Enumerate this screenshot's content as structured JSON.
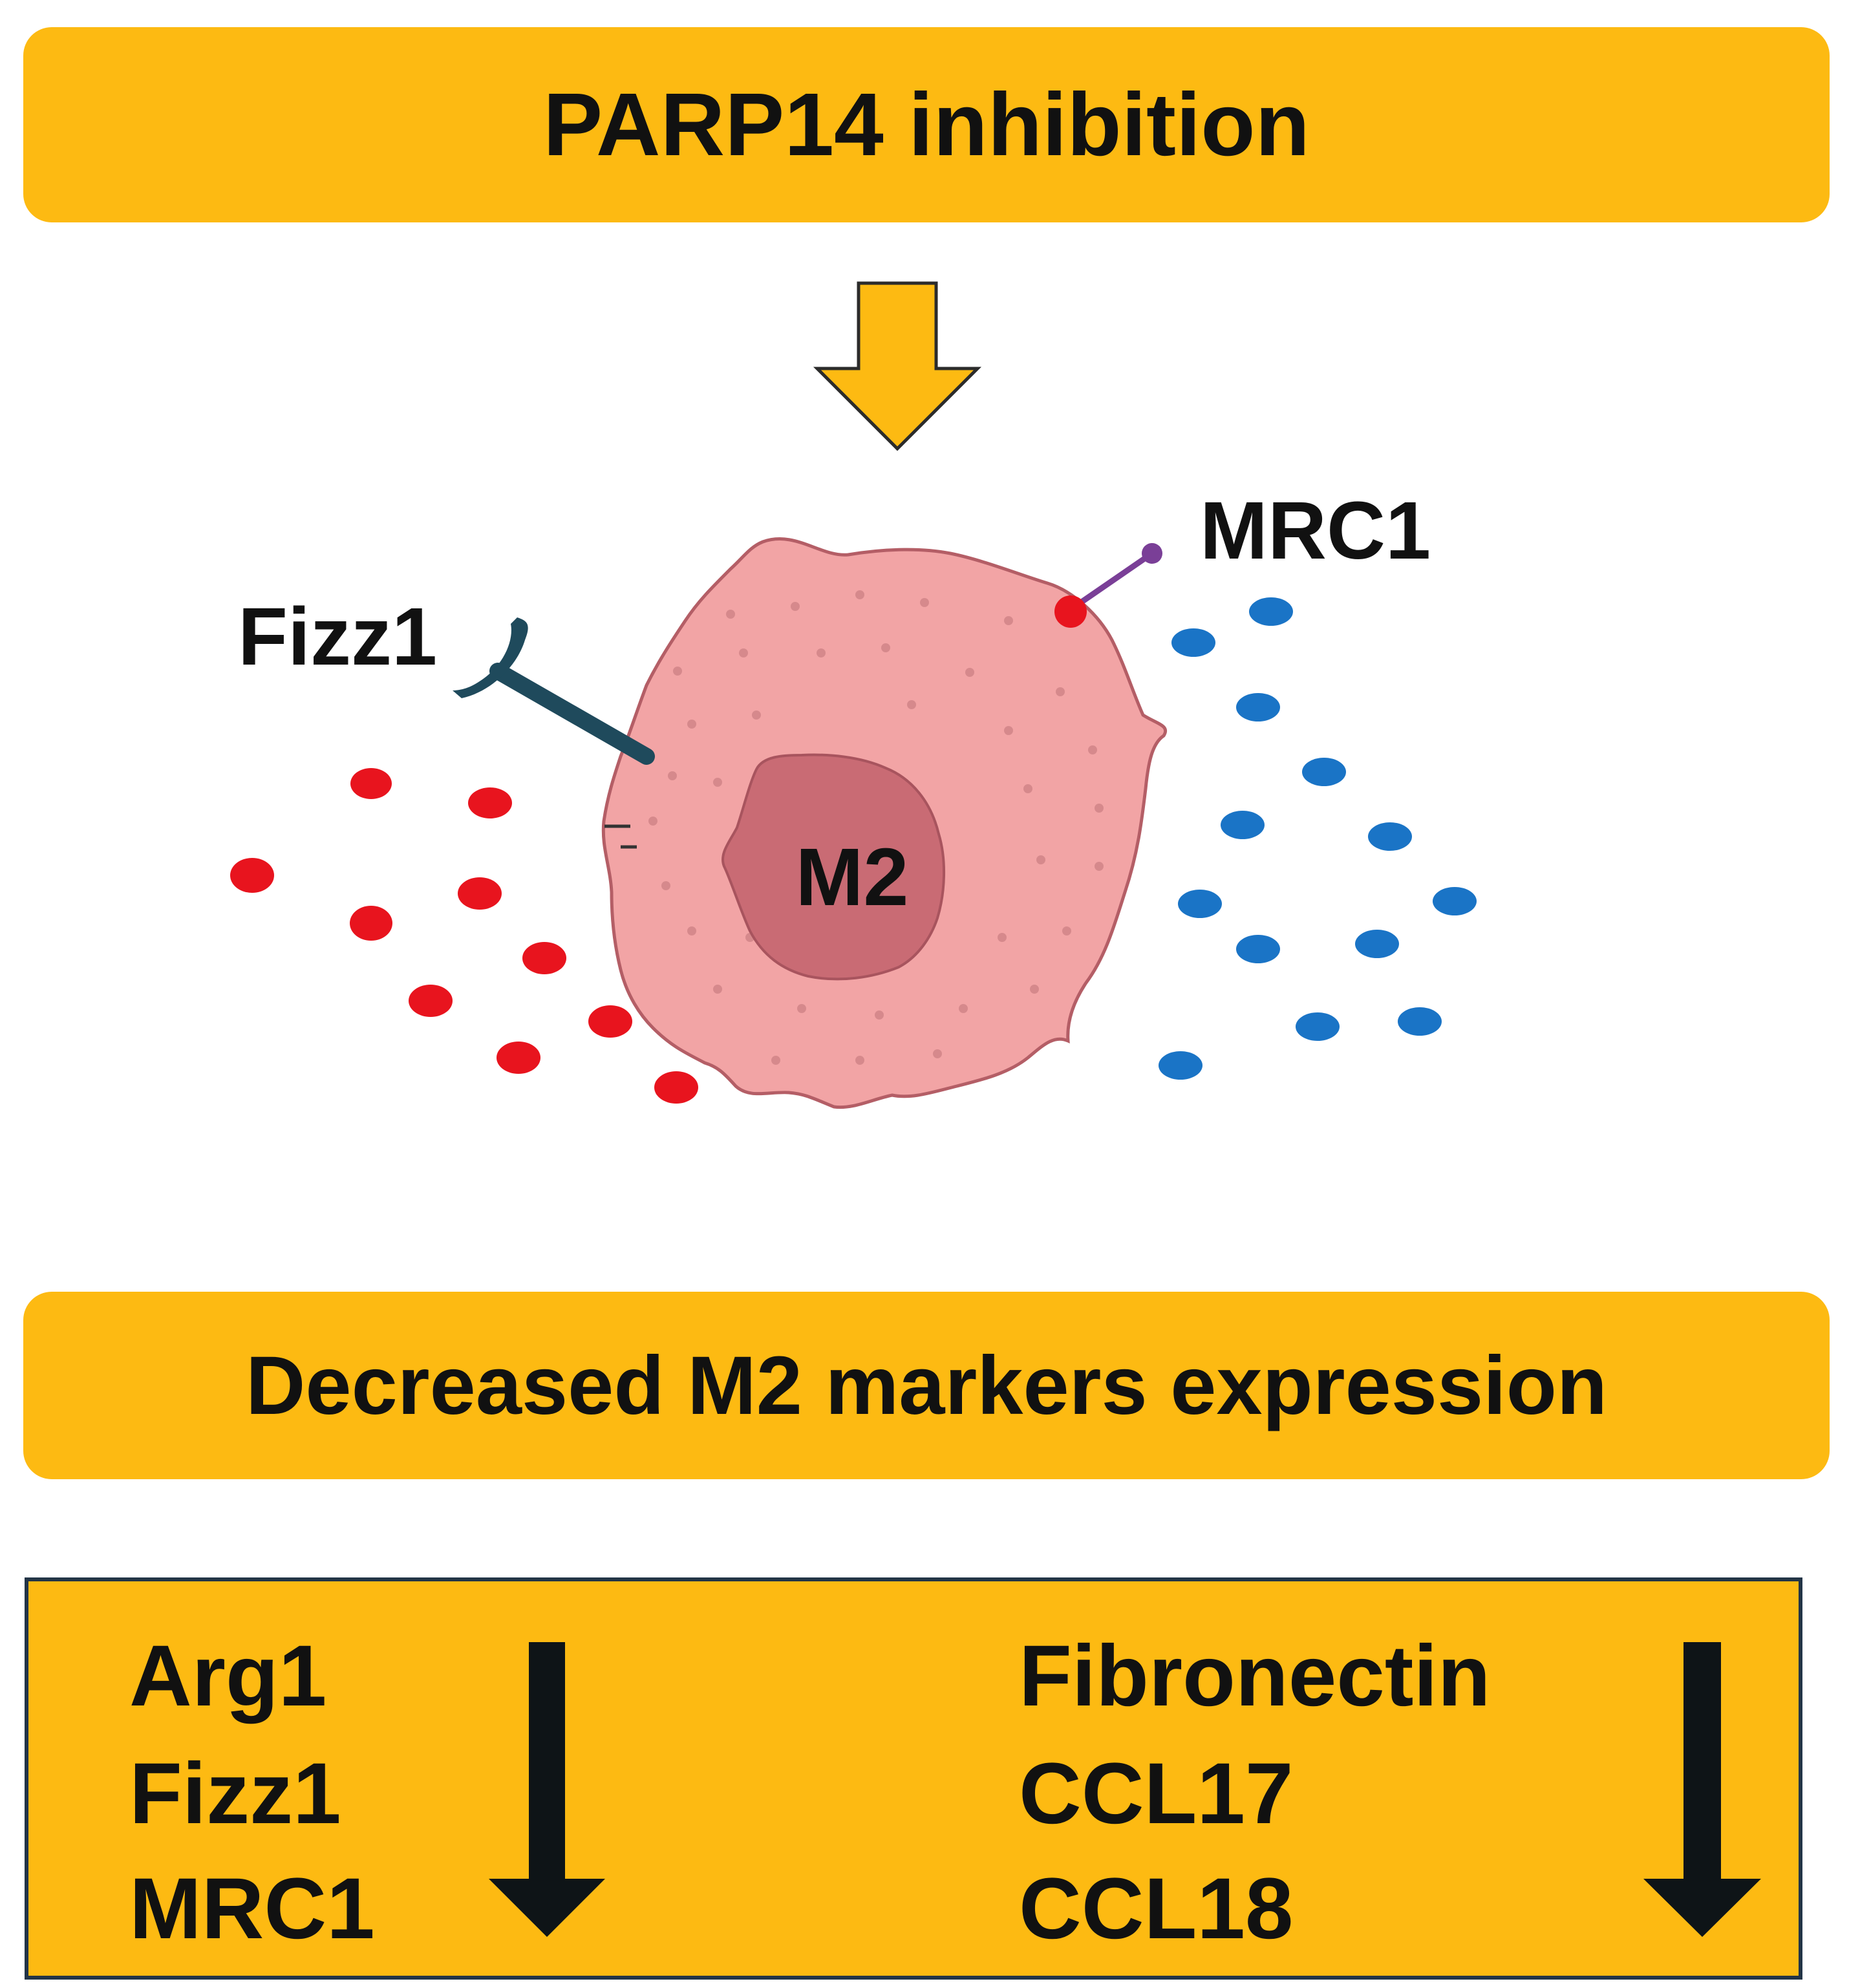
{
  "top_banner": {
    "text": "PARP14 inhibition"
  },
  "cell": {
    "label": "M2",
    "fizz1_label": "Fizz1",
    "mrc1_label": "MRC1"
  },
  "middle_banner": {
    "text": "Decreased M2 markers expression"
  },
  "markers": {
    "left": [
      "Arg1",
      "Fizz1",
      "MRC1"
    ],
    "right": [
      "Fibronectin",
      "CCL17",
      "CCL18"
    ],
    "direction": "decreased"
  },
  "colors": {
    "banner": "#FDBA12",
    "cell_body": "#F2A4A5",
    "nucleus": "#C96B74",
    "red_dots": "#E8141E",
    "blue_dots": "#1A74C6",
    "receptor": "#1F4A5C",
    "mrc1_stick": "#7A3F97"
  }
}
